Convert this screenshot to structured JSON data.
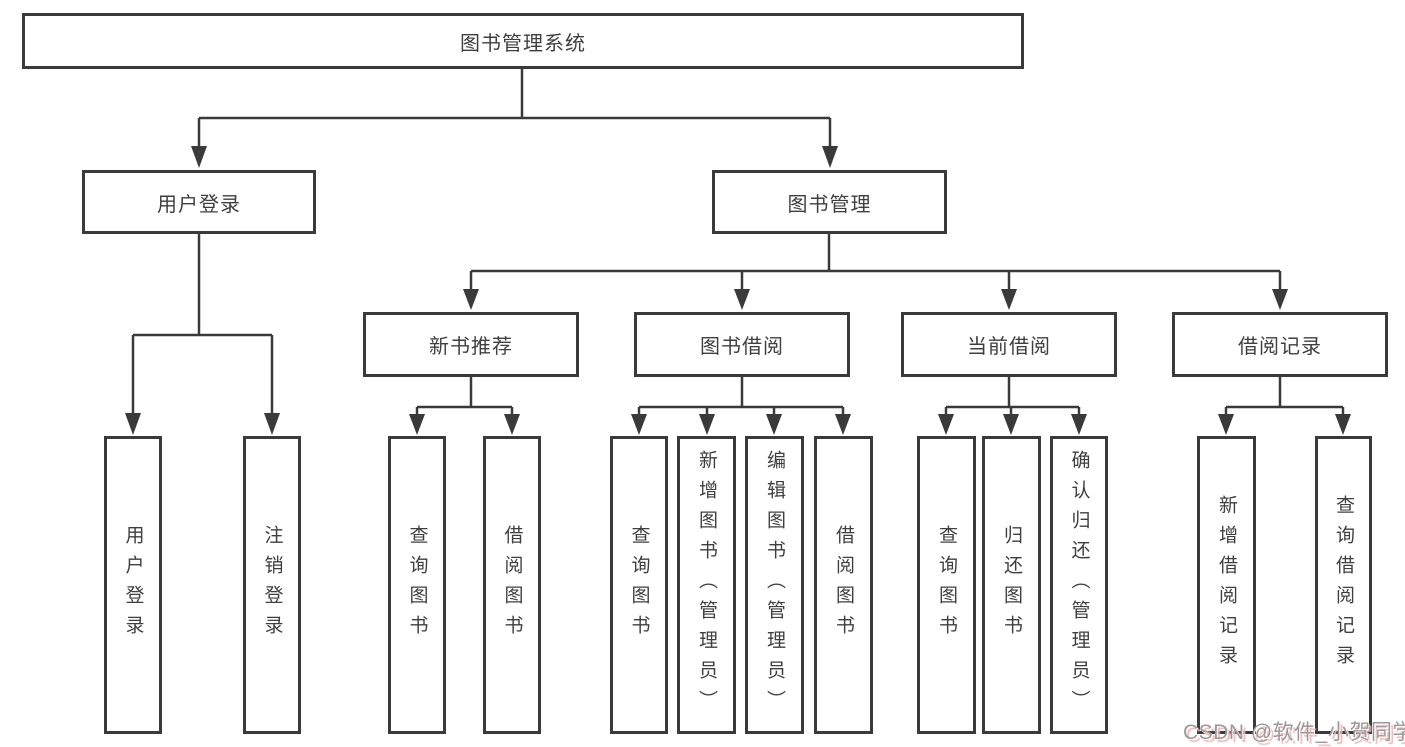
{
  "diagram_title": "图书管理系统",
  "colors": {
    "line": "#3a3a3a",
    "box_background": "#ffffff",
    "text": "#3f3f3f",
    "watermark_shadow_pink": "#f0b4b4"
  },
  "nodes": {
    "root": {
      "label": "图书管理系统"
    },
    "user_login": {
      "label": "用户登录"
    },
    "book_mgmt": {
      "label": "图书管理"
    },
    "new_book_rec": {
      "label": "新书推荐"
    },
    "book_borrow": {
      "label": "图书借阅"
    },
    "current_borrow": {
      "label": "当前借阅"
    },
    "borrow_records": {
      "label": "借阅记录"
    },
    "leaf_user_login": {
      "label": "用户登录"
    },
    "leaf_logout": {
      "label": "注销登录"
    },
    "nbr_query_books": {
      "label": "查询图书"
    },
    "nbr_borrow_books": {
      "label": "借阅图书"
    },
    "bb_query_books": {
      "label": "查询图书"
    },
    "bb_add_books": {
      "label": "新增图书（管理员）"
    },
    "bb_edit_books": {
      "label": "编辑图书（管理员）"
    },
    "bb_borrow_books": {
      "label": "借阅图书"
    },
    "cb_query_books": {
      "label": "查询图书"
    },
    "cb_return_books": {
      "label": "归还图书"
    },
    "cb_confirm_return": {
      "label": "确认归还（管理员）"
    },
    "br_add_record": {
      "label": "新增借阅记录"
    },
    "br_query_record": {
      "label": "查询借阅记录"
    }
  },
  "watermark": {
    "text": "CSDN @软件_小贺同学"
  }
}
